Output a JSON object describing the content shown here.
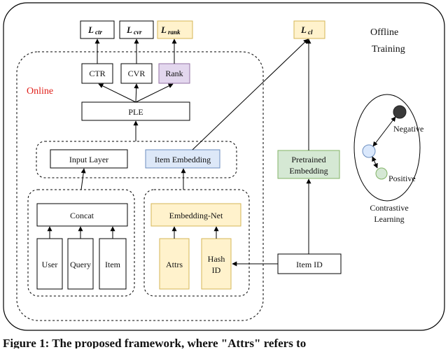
{
  "losses": {
    "ctr": {
      "main": "L",
      "sub": "ctr"
    },
    "cvr": {
      "main": "L",
      "sub": "cvr"
    },
    "rank": {
      "main": "L",
      "sub": "rank"
    },
    "cl": {
      "main": "L",
      "sub": "cl"
    }
  },
  "labels": {
    "offline": "Offline",
    "training": "Training",
    "online": "Online",
    "ctr": "CTR",
    "cvr": "CVR",
    "rank": "Rank",
    "ple": "PLE",
    "input_layer": "Input Layer",
    "item_embedding": "Item Embedding",
    "concat": "Concat",
    "user": "User",
    "query": "Query",
    "item": "Item",
    "embedding_net": "Embedding-Net",
    "attrs": "Attrs",
    "hash": "Hash",
    "id": "ID",
    "item_id": "Item ID",
    "pretrained": "Pretrained",
    "embedding": "Embedding",
    "negative": "Negative",
    "positive": "Positive",
    "contrastive": "Contrastive",
    "learning": "Learning"
  },
  "caption": "Figure 1: The proposed framework, where \"Attrs\" refers to",
  "colors": {
    "online": "#e0201a",
    "rank_fill": "#e3d7ee",
    "item_emb_fill": "#dde8f8",
    "item_emb_stroke": "#6c8ebf",
    "yellow_fill": "#fff2cc",
    "yellow_stroke": "#d6b656",
    "green_fill": "#d5e8d4",
    "green_stroke": "#82b366",
    "negative_node": "#3a3a3a",
    "anchor_node": "#dae8fc"
  }
}
